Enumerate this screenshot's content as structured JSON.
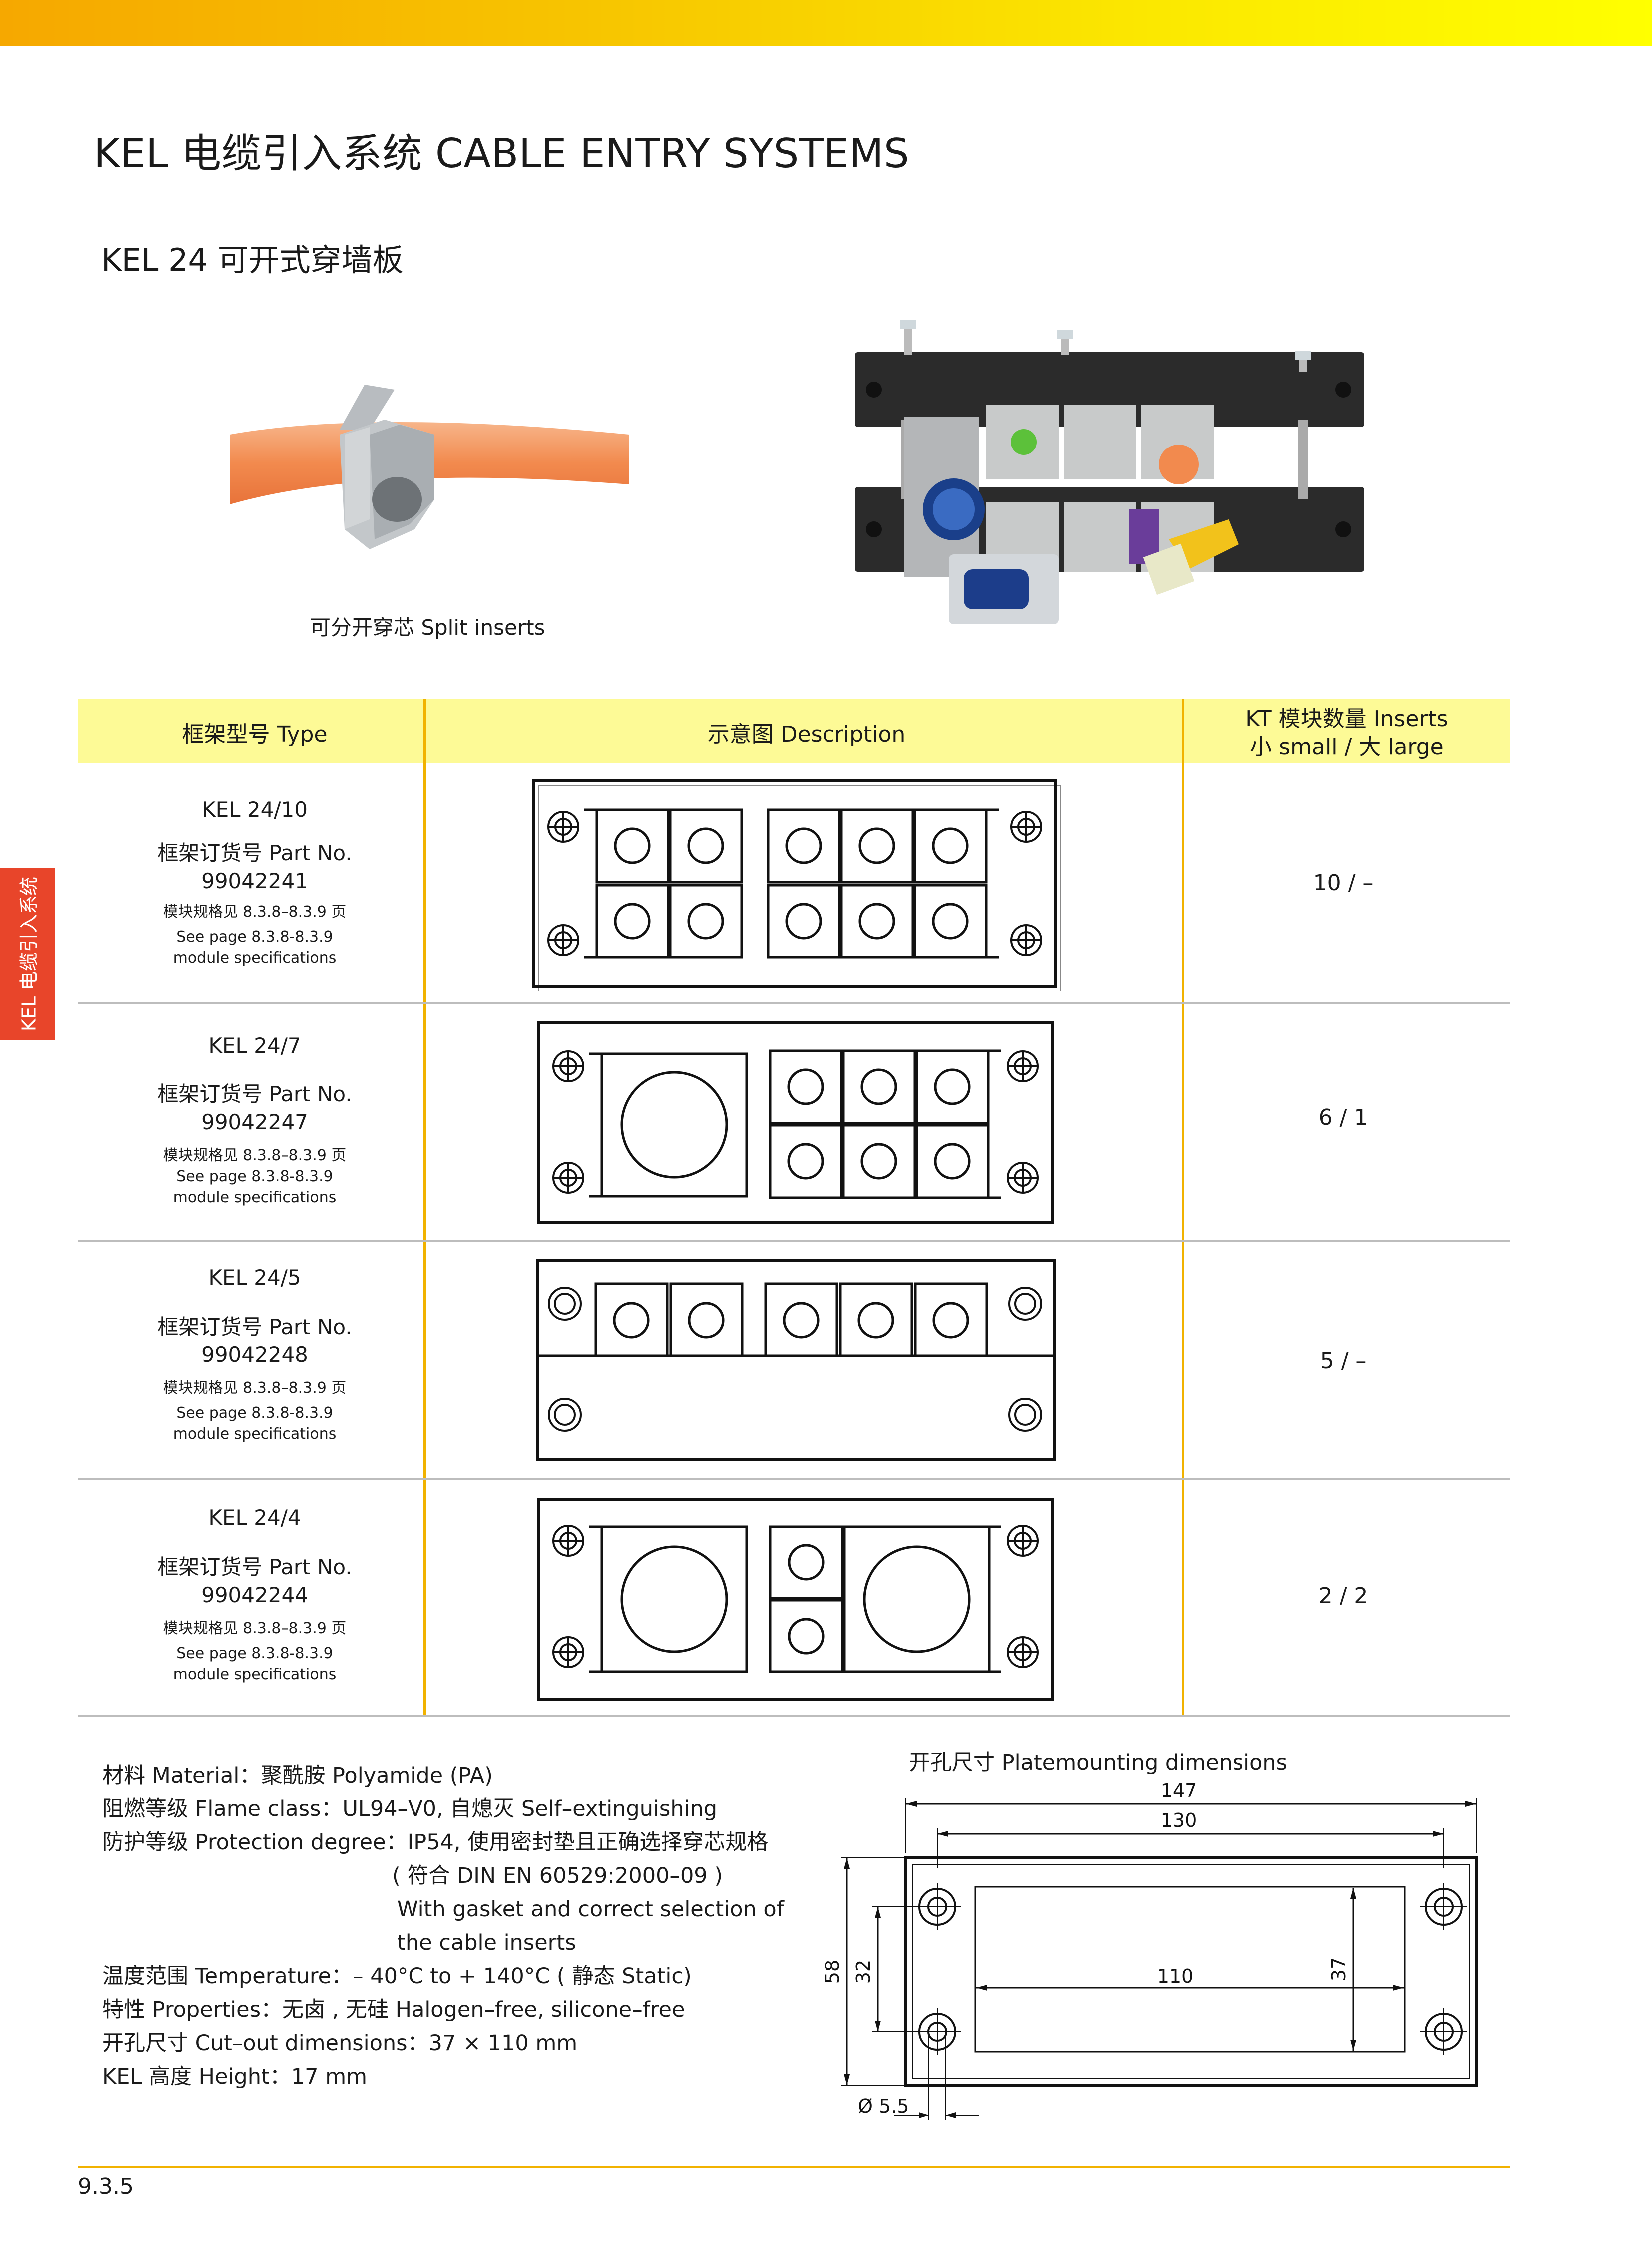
{
  "header": {
    "title": "KEL 电缆引入系统   CABLE ENTRY SYSTEMS",
    "subtitle": "KEL 24 可开式穿墙板",
    "side_tab": "KEL 电缆引入系统"
  },
  "images": {
    "split_caption": "可分开穿芯 Split inserts"
  },
  "table": {
    "col_type": "框架型号 Type",
    "col_desc": "示意图 Description",
    "col_inserts_1": "KT 模块数量 Inserts",
    "col_inserts_2": "小 small / 大 large",
    "rows": [
      {
        "model": "KEL 24/10",
        "part_label": "框架订货号 Part No.",
        "part_no": "99042241",
        "note_cn": "模块规格见 8.3.8–8.3.9 页",
        "note_en1": "See page 8.3.8-8.3.9",
        "note_en2": "module specifications",
        "inserts": "10 / –"
      },
      {
        "model": "KEL 24/7",
        "part_label": "框架订货号 Part No.",
        "part_no": "99042247",
        "note_cn": "模块规格见 8.3.8–8.3.9 页",
        "note_en1": "See page 8.3.8-8.3.9",
        "note_en2": "module specifications",
        "inserts": "6 / 1"
      },
      {
        "model": "KEL 24/5",
        "part_label": "框架订货号 Part No.",
        "part_no": "99042248",
        "note_cn": "模块规格见 8.3.8–8.3.9 页",
        "note_en1": "See page 8.3.8-8.3.9",
        "note_en2": "module specifications",
        "inserts": "5 / –"
      },
      {
        "model": "KEL 24/4",
        "part_label": "框架订货号 Part No.",
        "part_no": "99042244",
        "note_cn": "模块规格见 8.3.8–8.3.9 页",
        "note_en1": "See page 8.3.8-8.3.9",
        "note_en2": "module specifications",
        "inserts": "2 / 2"
      }
    ]
  },
  "specs": {
    "material": "材料 Material：聚酰胺 Polyamide (PA)",
    "flame": "阻燃等级 Flame class：UL94–V0, 自熄灭 Self–extinguishing",
    "protection": "防护等级 Protection degree：IP54, 使用密封垫且正确选择穿芯规格",
    "protection_2": "( 符合 DIN EN 60529:2000–09 )",
    "protection_3": "With gasket and correct selection of",
    "protection_4": "the cable inserts",
    "temperature": "温度范围 Temperature：– 40°C to + 140°C ( 静态 Static)",
    "properties": "特性 Properties：无卤 , 无硅 Halogen–free, silicone–free",
    "cutout": "开孔尺寸 Cut–out dimensions：37 × 110 mm",
    "height": "KEL 高度 Height：17 mm"
  },
  "drawing": {
    "title": "开孔尺寸 Platemounting dimensions",
    "dim_147": "147",
    "dim_130": "130",
    "dim_110": "110",
    "dim_58": "58",
    "dim_32": "32",
    "dim_37": "37",
    "dim_hole": "Ø 5.5"
  },
  "footer": {
    "page": "9.3.5"
  }
}
